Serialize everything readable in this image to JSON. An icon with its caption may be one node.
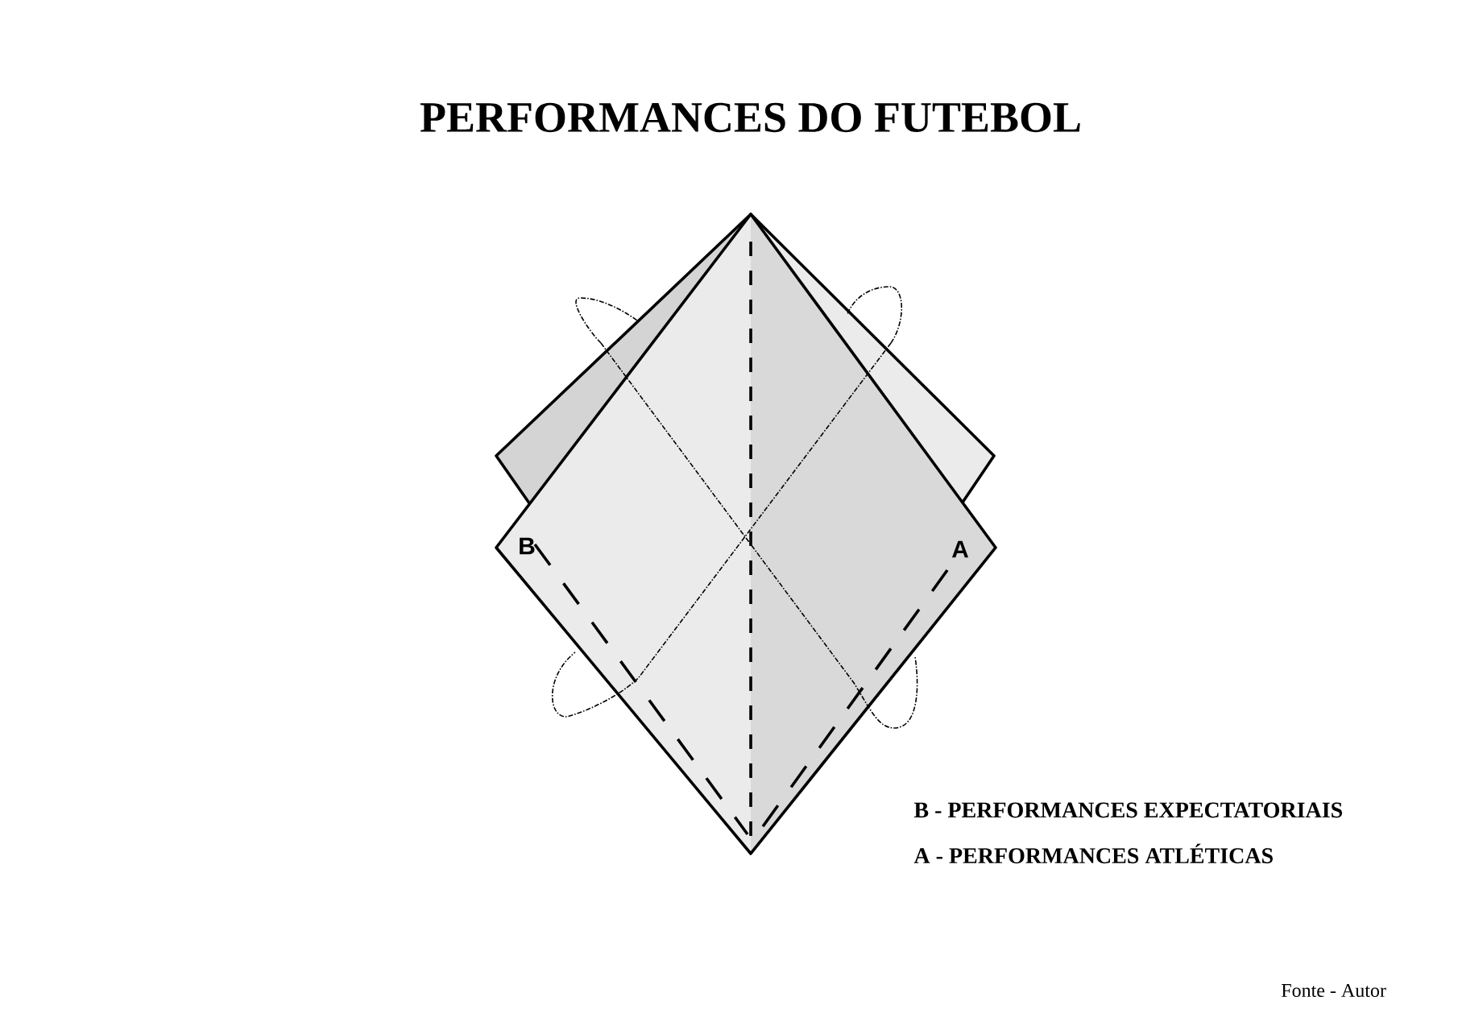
{
  "diagram": {
    "title": "PERFORMANCES DO FUTEBOL",
    "labels": [
      "B",
      "A",
      "B - PERFORMANCES EXPECTATORIAIS",
      "A - PERFORMANCES ATLÉTICAS"
    ],
    "caption": "Fonte - Autor"
  }
}
